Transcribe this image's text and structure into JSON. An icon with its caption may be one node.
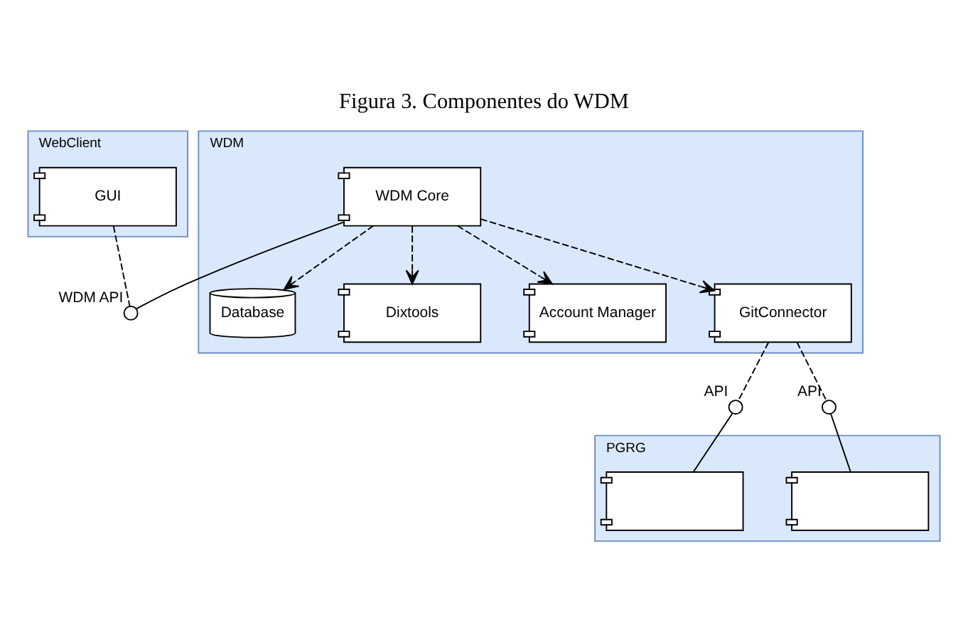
{
  "diagram": {
    "title": "Figura 3. Componentes do WDM",
    "nodes": [
      {
        "text": [
          "WebClient"
        ]
      },
      {
        "text": [
          "GUI"
        ],
        "in": 0
      },
      {
        "text": [
          "WDM API"
        ]
      },
      {
        "text": [
          "WDM"
        ]
      },
      {
        "text": [
          "WDM Core"
        ],
        "in": 3
      },
      {
        "text": [
          "Database"
        ],
        "in": 3
      },
      {
        "text": [
          "Dixtools"
        ],
        "in": 3
      },
      {
        "text": [
          "Account Manager"
        ],
        "in": 3
      },
      {
        "text": [
          "GitConnector"
        ],
        "in": 3
      },
      {
        "text": [
          "PGRG"
        ]
      },
      {
        "text": [],
        "shape": "box",
        "in": 9
      },
      {
        "text": [],
        "shape": "box",
        "in": 9
      },
      {
        "text": [
          "API"
        ]
      },
      {
        "text": [
          "API"
        ]
      }
    ],
    "edges": [
      {
        "from": 1,
        "to": 2,
        "arrow": "none",
        "style": "dashed"
      },
      {
        "from": 4,
        "to": 2,
        "arrow": "none"
      },
      {
        "from": 4,
        "to": 5,
        "arrow": "to",
        "style": "dashed"
      },
      {
        "from": 4,
        "to": 6,
        "arrow": "to",
        "style": "dashed"
      },
      {
        "from": 4,
        "to": 7,
        "arrow": "to",
        "style": "dashed"
      },
      {
        "from": 4,
        "to": 8,
        "arrow": "to",
        "style": "dashed"
      },
      {
        "from": 8,
        "to": 12,
        "arrow": "none",
        "style": "dashed"
      },
      {
        "from": 12,
        "to": 10,
        "arrow": "none"
      },
      {
        "from": 8,
        "to": 13,
        "arrow": "none",
        "style": "dashed"
      },
      {
        "from": 13,
        "to": 11,
        "arrow": "none"
      }
    ]
  }
}
